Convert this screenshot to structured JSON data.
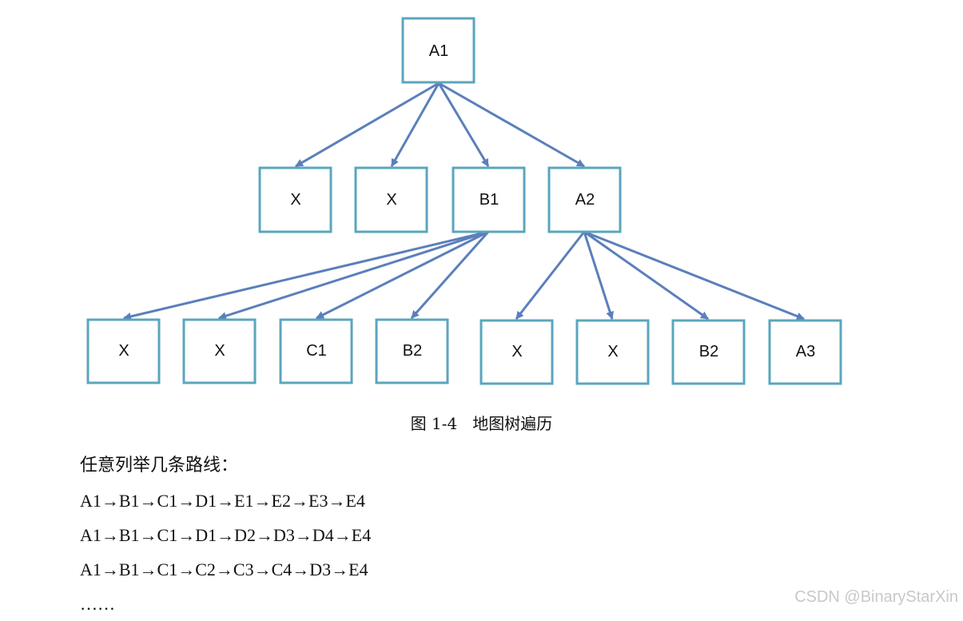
{
  "diagram": {
    "nodes": {
      "root": "A1",
      "level1": [
        "X",
        "X",
        "B1",
        "A2"
      ],
      "level2": [
        "X",
        "X",
        "C1",
        "B2",
        "X",
        "X",
        "B2",
        "A3"
      ]
    },
    "colors": {
      "box_border": "#5aa6bd",
      "edge": "#5b7fbb"
    }
  },
  "caption": "图 1-4   地图树遍历",
  "text": {
    "intro": "任意列举几条路线：",
    "routes": [
      "A1→B1→C1→D1→E1→E2→E3→E4",
      "A1→B1→C1→D1→D2→D3→D4→E4",
      "A1→B1→C1→C2→C3→C4→D3→E4"
    ],
    "ellipsis": "……"
  },
  "watermark": "CSDN @BinaryStarXin"
}
